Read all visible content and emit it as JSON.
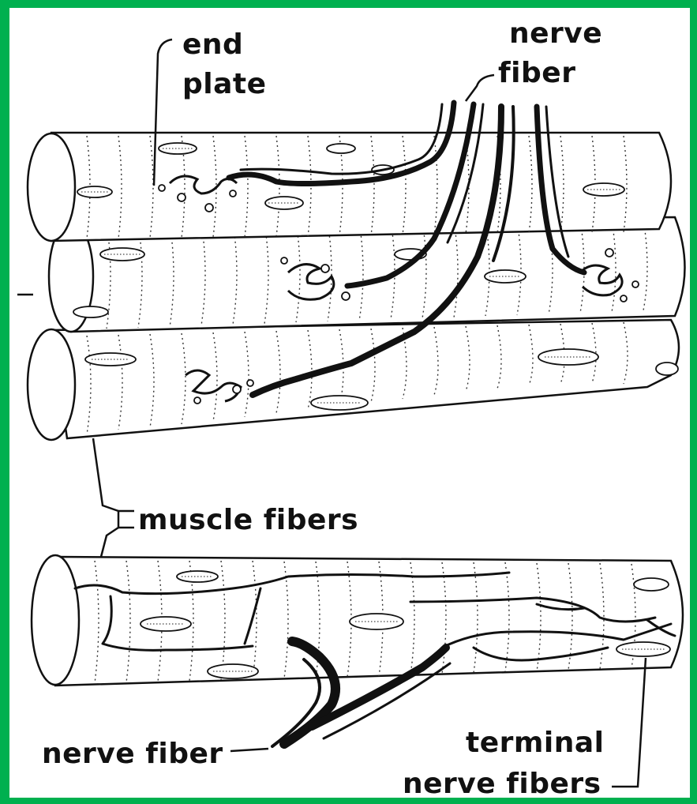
{
  "colors": {
    "border": "#00b04f",
    "ink": "#111111",
    "background": "#ffffff"
  },
  "labels": {
    "end_plate_line1": "end",
    "end_plate_line2": "plate",
    "nerve_fiber_top_line1": "nerve",
    "nerve_fiber_top_line2": "fiber",
    "muscle_fibers": "muscle fibers",
    "nerve_fiber_bottom": "nerve fiber",
    "terminal_line1": "terminal",
    "terminal_line2": "nerve fibers"
  }
}
